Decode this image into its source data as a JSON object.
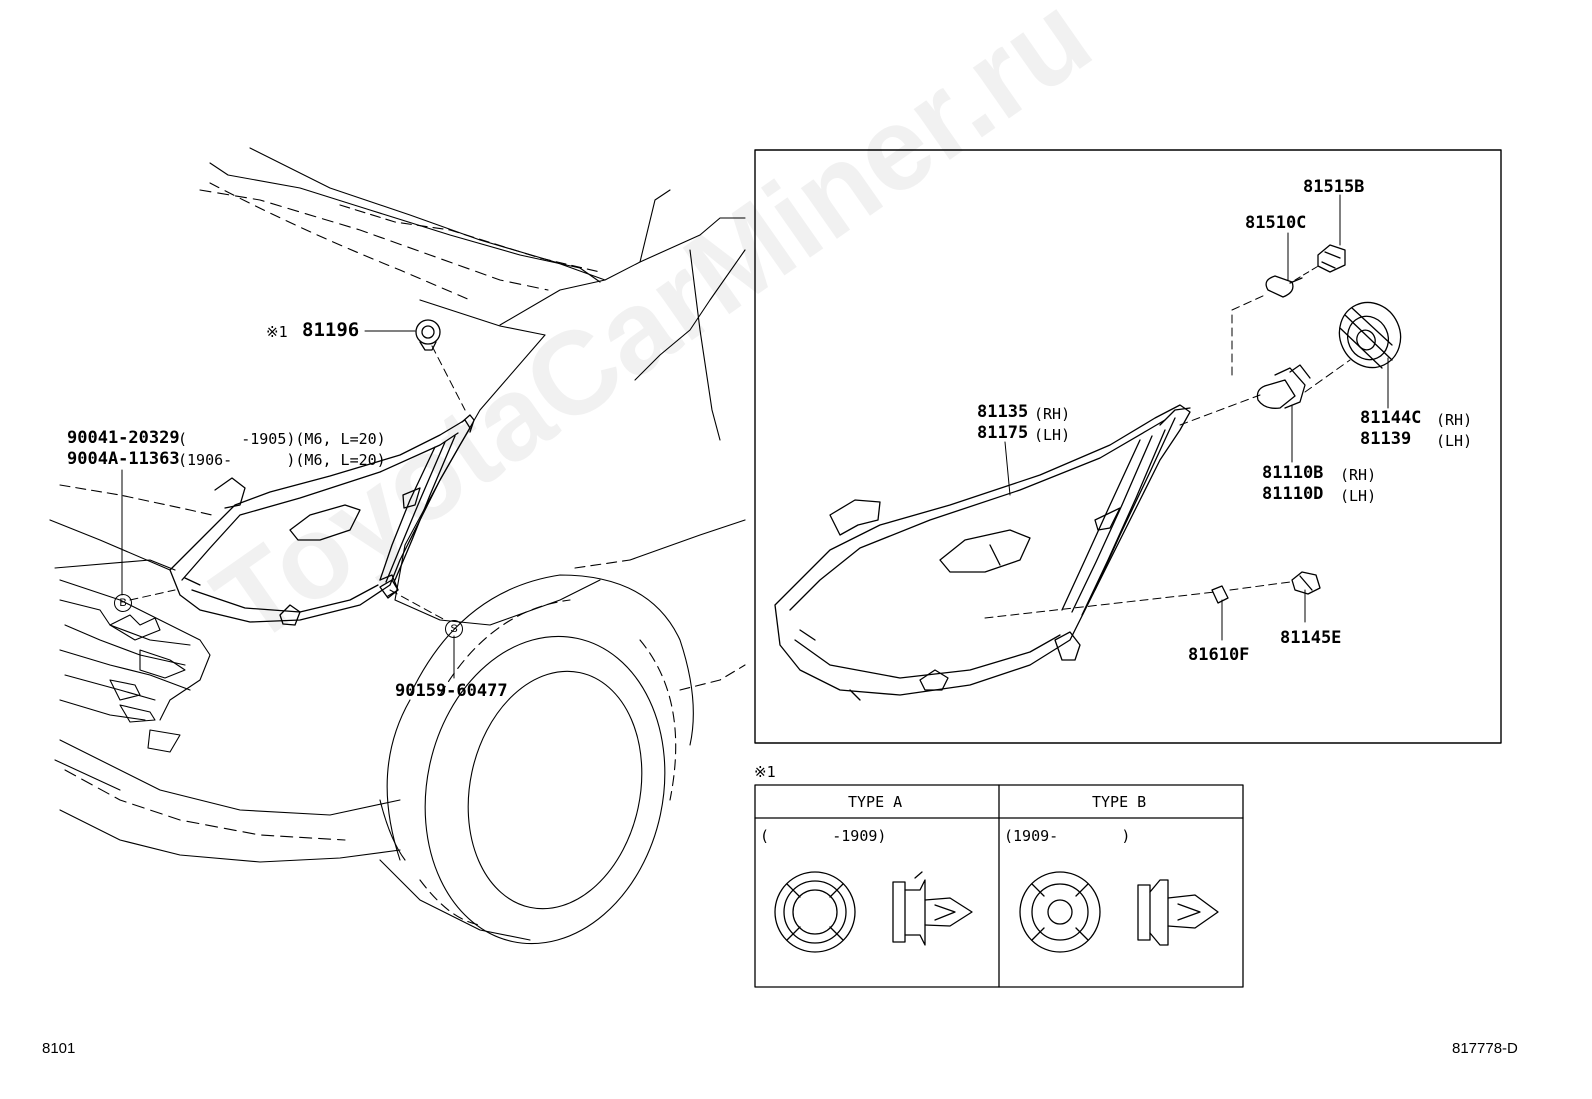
{
  "watermark": "ToyotaCarMiner.ru",
  "callouts": {
    "p81196": {
      "mark": "※1",
      "num": "81196"
    },
    "p90041": {
      "num": "90041-20329",
      "spec": "(      -1905)(M6, L=20)"
    },
    "p9004a": {
      "num": "9004A-11363",
      "spec": "(1906-      )(M6, L=20)"
    },
    "p90159": "90159-60477",
    "p81135": {
      "num": "81135",
      "side": "(RH)"
    },
    "p81175": {
      "num": "81175",
      "side": "(LH)"
    },
    "p81515b": "81515B",
    "p81510c": "81510C",
    "p81144c": {
      "num": "81144C",
      "side": "(RH)"
    },
    "p81139": {
      "num": "81139",
      "side": "(LH)"
    },
    "p81110b": {
      "num": "81110B",
      "side": "(RH)"
    },
    "p81110d": {
      "num": "81110D",
      "side": "(LH)"
    },
    "p81145e": "81145E",
    "p81610f": "81610F"
  },
  "markers": {
    "b": "B",
    "s": "S"
  },
  "type_table": {
    "note_mark": "※1",
    "type_a": {
      "title": "TYPE A",
      "range": "(       -1909)"
    },
    "type_b": {
      "title": "TYPE B",
      "range": "(1909-       )"
    }
  },
  "footer": {
    "left": "8101",
    "right": "817778-D"
  }
}
